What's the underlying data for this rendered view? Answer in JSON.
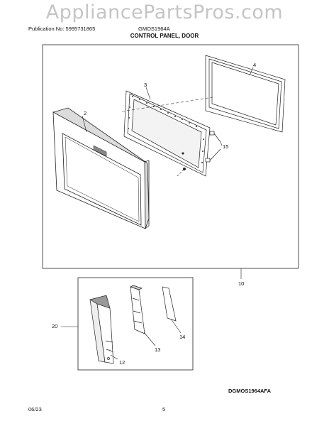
{
  "watermark": "AppliancePartsPros.com",
  "header": {
    "publication": "Publication No: 5995731865",
    "model": "GMOS1964A",
    "title": "CONTROL PANEL, DOOR"
  },
  "callouts": {
    "c2": "2",
    "c3": "3",
    "c4": "4",
    "c10": "10",
    "c12": "12",
    "c13": "13",
    "c14": "14",
    "c15": "15",
    "c20": "20"
  },
  "diagram_code": "DGMOS1964AFA",
  "footer": {
    "date": "06/23",
    "page": "5"
  },
  "colors": {
    "line": "#222222",
    "shade": "#bbbbbb",
    "watermark": "#999999"
  }
}
